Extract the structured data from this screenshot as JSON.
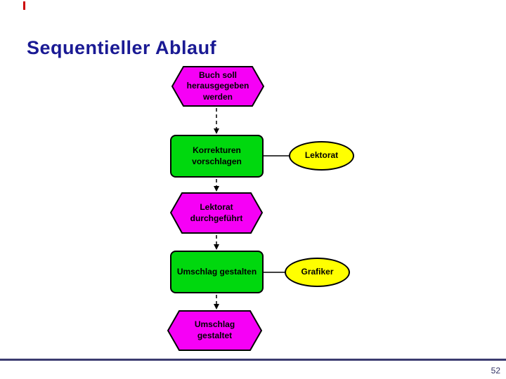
{
  "slide": {
    "title": "Sequentieller Ablauf",
    "page_number": "52"
  },
  "colors": {
    "event_fill": "#f600f6",
    "function_fill": "#00d80e",
    "resource_fill": "#ffff00",
    "title_color": "#1a1a94",
    "footer_line_color": "#3b3b70",
    "accent_red": "#cc0000",
    "shape_border": "#000000"
  },
  "diagram": {
    "nodes": [
      {
        "type": "event",
        "label": "Buch soll\nherausgegeben\nwerden"
      },
      {
        "type": "function",
        "label": "Korrekturen\nvorschlagen"
      },
      {
        "type": "resource",
        "label": "Lektorat"
      },
      {
        "type": "event",
        "label": "Lektorat\ndurchgeführt"
      },
      {
        "type": "function",
        "label": "Umschlag gestalten"
      },
      {
        "type": "resource",
        "label": "Grafiker"
      },
      {
        "type": "event",
        "label": "Umschlag\ngestaltet"
      }
    ]
  }
}
